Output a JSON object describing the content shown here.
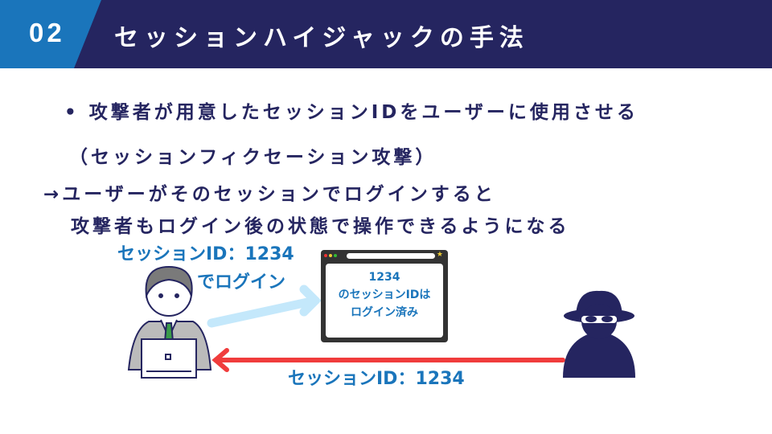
{
  "header": {
    "number": "02",
    "title": "セッションハイジャックの手法"
  },
  "body": {
    "bullet": "•",
    "line1": "攻撃者が用意したセッションIDをユーザーに使用させる",
    "line2": "（セッションフィクセーション攻撃）",
    "line3": "→ユーザーがそのセッションでログインすると",
    "line4": "攻撃者もログイン後の状態で操作できるようになる"
  },
  "diagram": {
    "login_label_1": "セッションID：1234",
    "login_label_2": "でログイン",
    "browser_lines": [
      "1234",
      "のセッションIDは",
      "ログイン済み"
    ],
    "attacker_label": "セッションID：1234",
    "colors": {
      "blue": "#1a75bb",
      "light_arrow": "#c4e8fb",
      "red_arrow": "#f03c3c",
      "navy": "#252560"
    }
  }
}
